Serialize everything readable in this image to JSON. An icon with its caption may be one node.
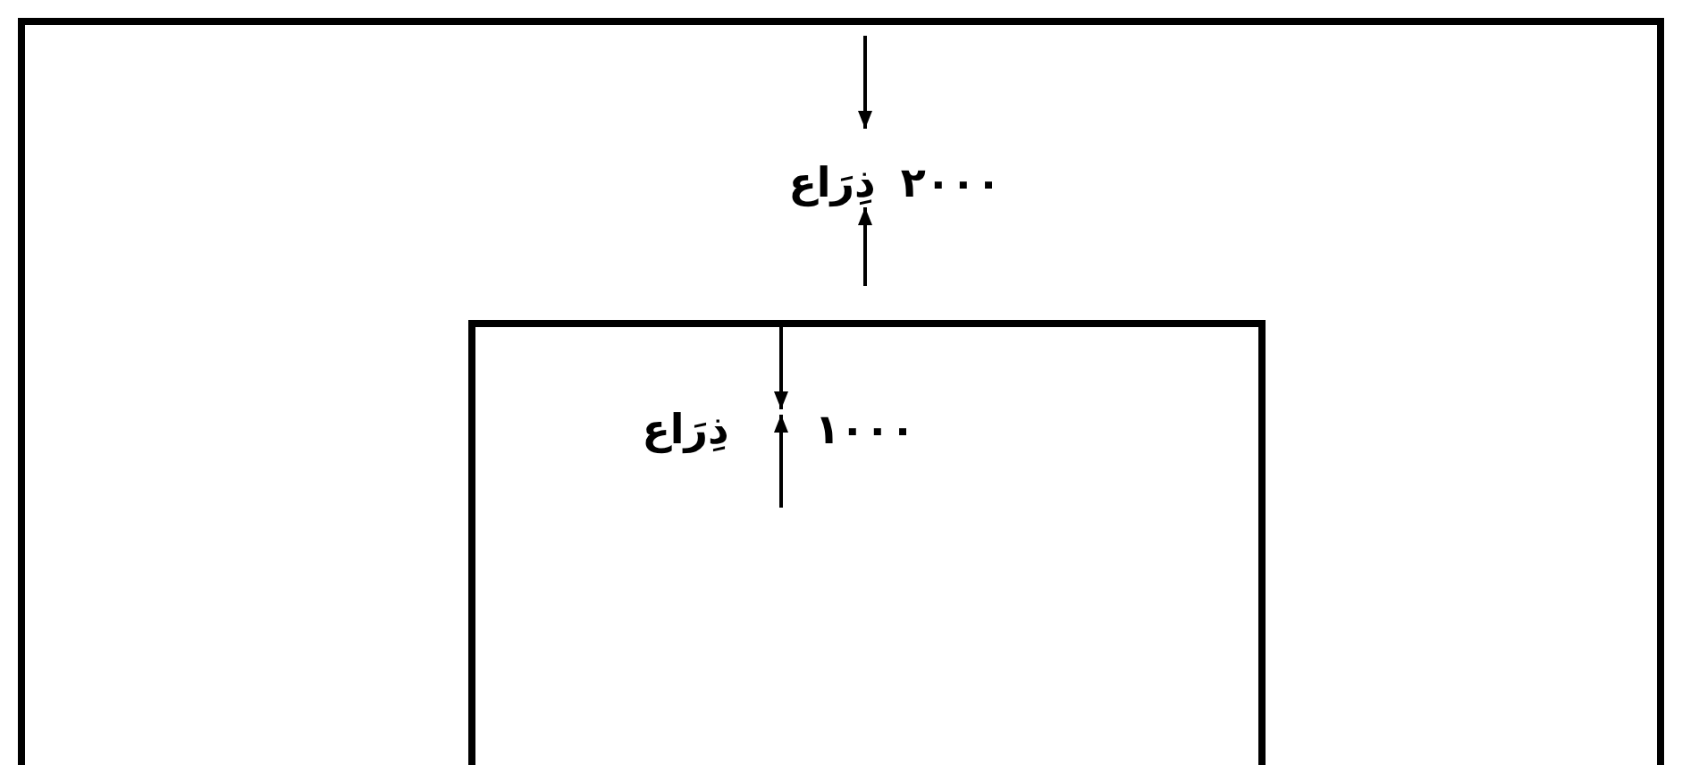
{
  "diagram": {
    "nodes": [
      {
        "text": [],
        "shape": "box"
      },
      {
        "text": [],
        "shape": "box",
        "in": 0
      }
    ],
    "labels": [
      "٢٠٠٠ ذِرَاع",
      "١٠٠٠ ذِرَاع"
    ]
  }
}
